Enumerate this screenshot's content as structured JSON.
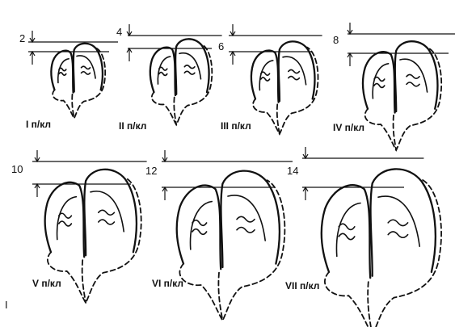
{
  "figure": {
    "panels": [
      {
        "label": "I п/кл",
        "offset": "2",
        "scale": 0.55
      },
      {
        "label": "II п/кл",
        "offset": "4",
        "scale": 0.63
      },
      {
        "label": "III п/кл",
        "offset": "6",
        "scale": 0.68
      },
      {
        "label": "IV п/кл",
        "offset": "8",
        "scale": 0.8
      },
      {
        "label": "V п/кл",
        "offset": "10",
        "scale": 0.98
      },
      {
        "label": "VI п/кл",
        "offset": "12",
        "scale": 1.1
      },
      {
        "label": "VII п/кл",
        "offset": "14",
        "scale": 1.22
      }
    ],
    "corner_mark": "I"
  }
}
